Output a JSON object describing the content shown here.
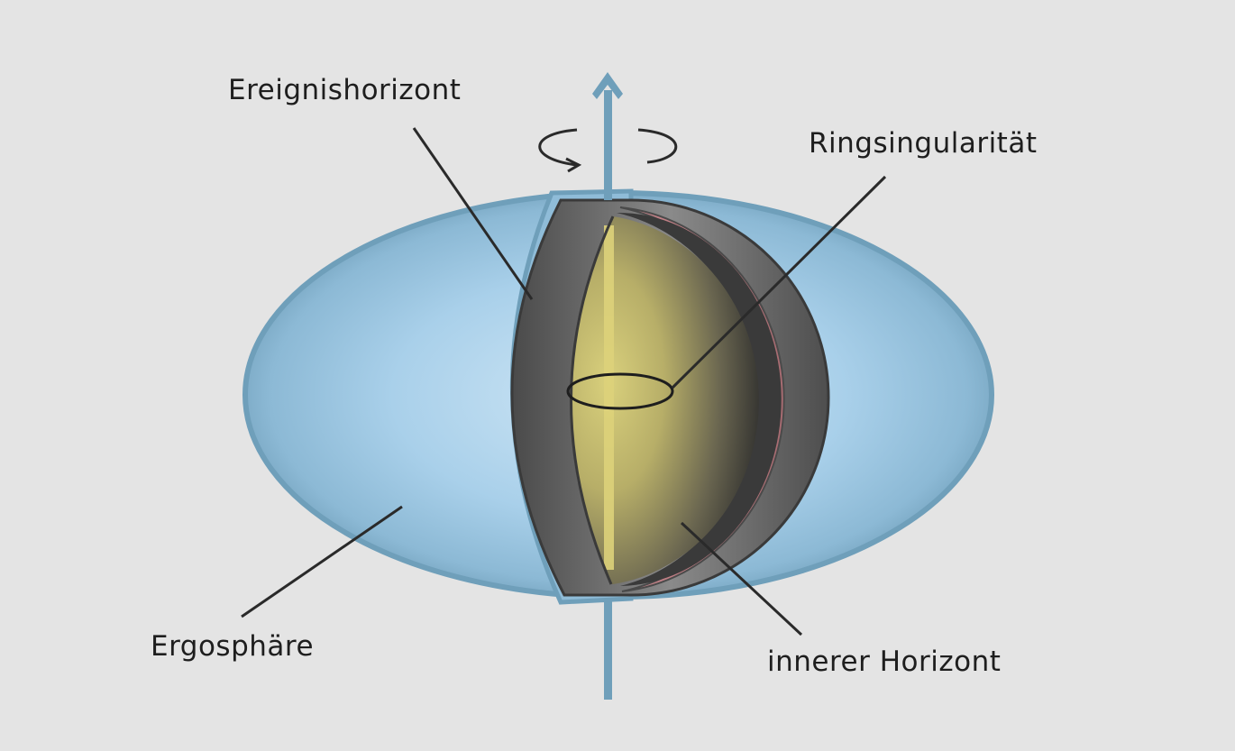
{
  "diagram": {
    "labels": {
      "event_horizon": "Ereignishorizont",
      "ring_singularity": "Ringsingularität",
      "ergosphere": "Ergosphäre",
      "inner_horizon": "innerer Horizont"
    },
    "colors": {
      "background": "#e4e4e4",
      "ergosphere": "#9cc4e0",
      "ergosphere_rim": "#6f9fba",
      "axis": "#6f9fba",
      "event_horizon_shell": "#5a5a5a",
      "inner_horizon_shell": "#b97a80",
      "core": "#cbc27a",
      "line": "#2a2a2a"
    }
  }
}
